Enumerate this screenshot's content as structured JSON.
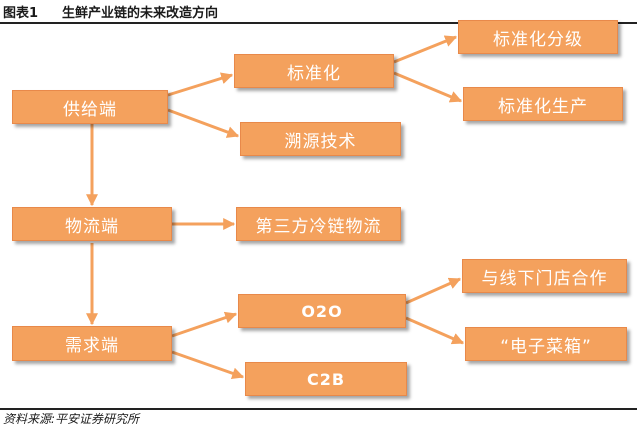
{
  "header": {
    "figure_label": "图表1",
    "title": "生鲜产业链的未来改造方向"
  },
  "nodes": {
    "supply": "供给端",
    "standardize": "标准化",
    "std_grading": "标准化分级",
    "std_production": "标准化生产",
    "traceability": "溯源技术",
    "logistics": "物流端",
    "third_party_cold_chain": "第三方冷链物流",
    "demand": "需求端",
    "o2o": "O2O",
    "offline_store": "与线下门店合作",
    "e_basket": "“电子菜箱”",
    "c2b": "C2B"
  },
  "colors": {
    "box_fill": "#f4a15d",
    "arrow": "#f4a15d"
  },
  "footer": {
    "source": "资料来源:平安证券研究所"
  }
}
